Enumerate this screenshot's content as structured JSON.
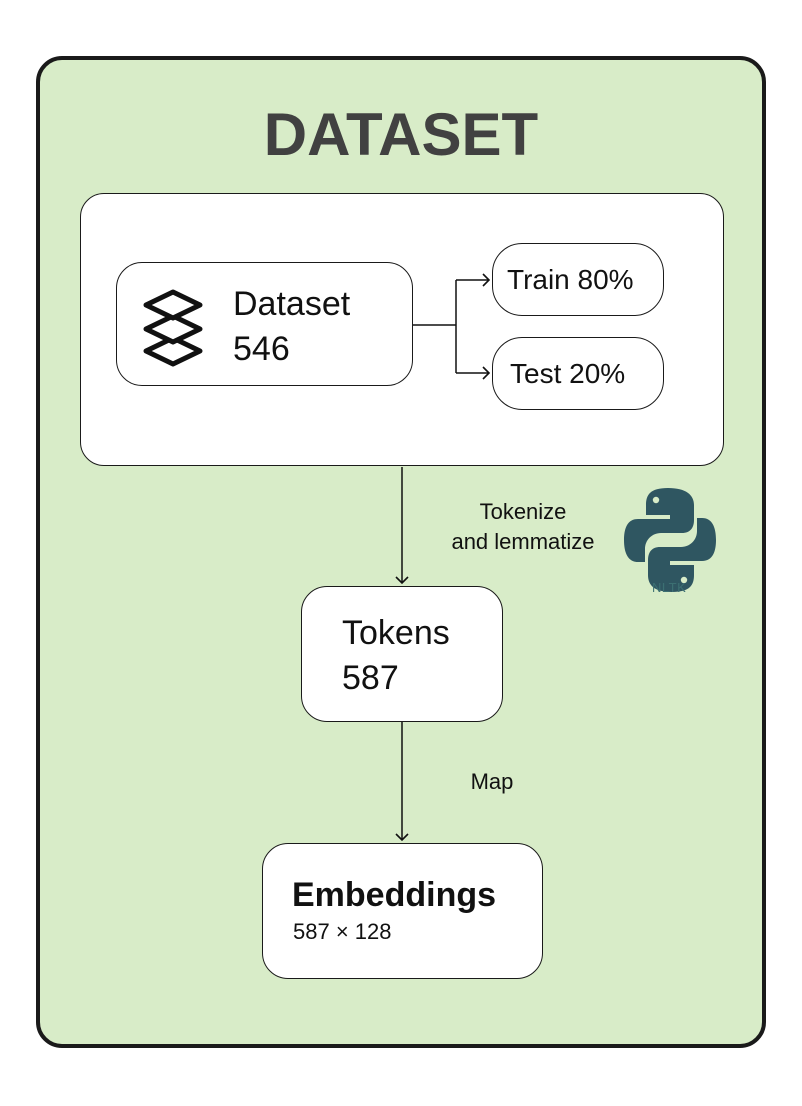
{
  "title": "DATASET",
  "dataset": {
    "name": "Dataset",
    "count": "546",
    "icon": "layers-icon"
  },
  "splits": {
    "train": "Train 80%",
    "test": "Test 20%"
  },
  "steps": {
    "tokenize_line1": "Tokenize",
    "tokenize_line2": "and lemmatize",
    "map": "Map"
  },
  "tool": {
    "logo": "python-logo",
    "name": "NLTK"
  },
  "tokens": {
    "name": "Tokens",
    "count": "587"
  },
  "embeddings": {
    "name": "Embeddings",
    "dims": "587 × 128"
  },
  "colors": {
    "background": "#d8ecc8",
    "border": "#1a1a1a",
    "title": "#414141",
    "python_logo": "#2f5661",
    "nltk_text": "#3c6f72"
  }
}
